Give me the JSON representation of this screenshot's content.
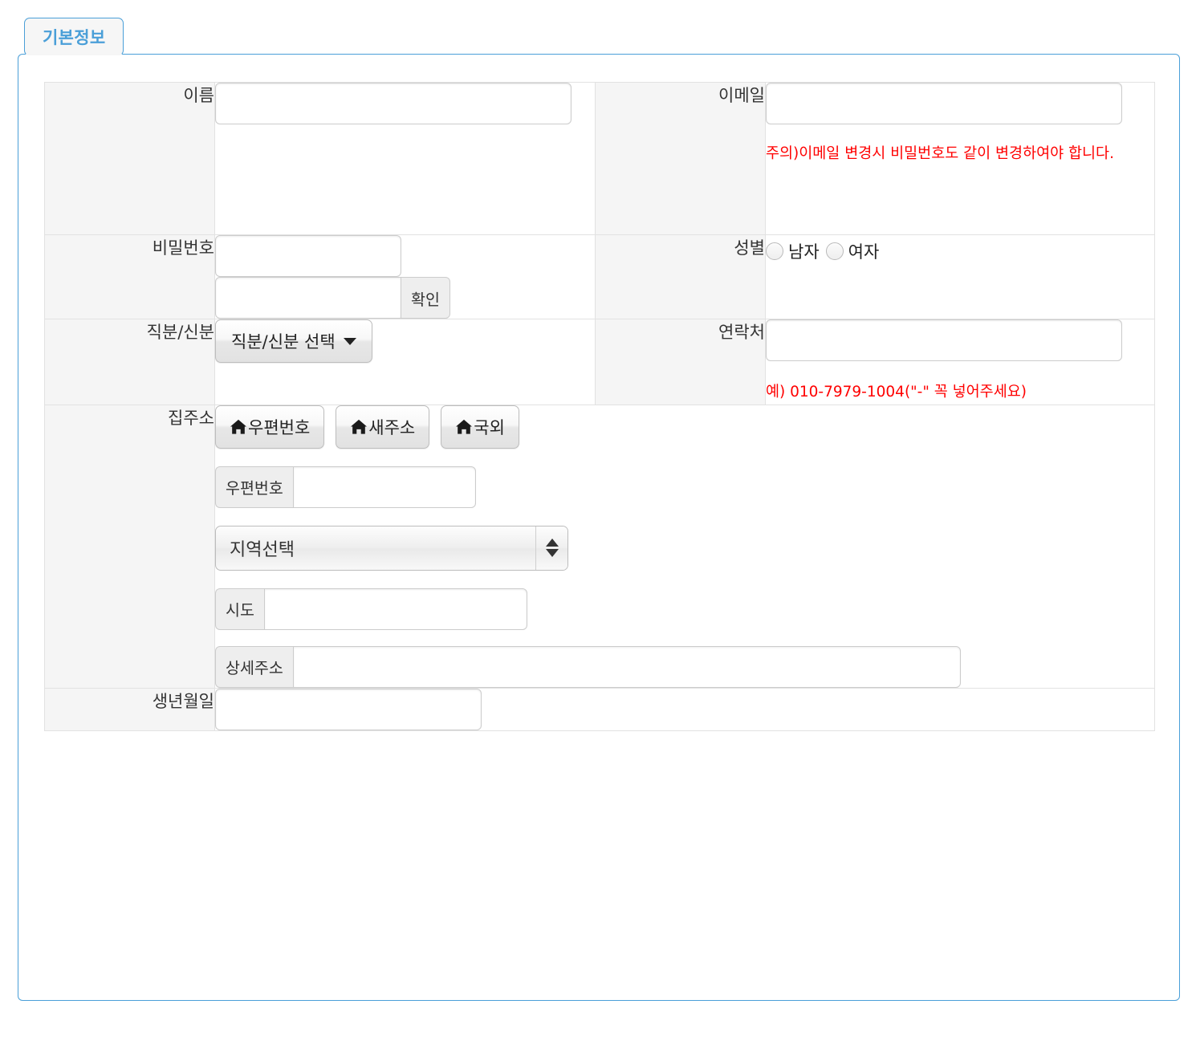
{
  "panel": {
    "tab_label": "기본정보"
  },
  "rows": {
    "name": {
      "label": "이름",
      "input_value": "",
      "placeholder": ""
    },
    "email": {
      "label": "이메일",
      "input_value": "",
      "placeholder": "",
      "warning": "주의)이메일 변경시 비밀번호도 같이 변경하여야 합니다."
    },
    "password": {
      "label": "비밀번호",
      "input_value": "",
      "placeholder": "",
      "confirm_value": "",
      "confirm_addon_label": "확인"
    },
    "gender": {
      "label": "성별",
      "options": [
        {
          "label": "남자",
          "checked": false
        },
        {
          "label": "여자",
          "checked": false
        }
      ]
    },
    "position": {
      "label": "직분/신분",
      "dropdown_label": "직분/신분 선택",
      "caret_icon": "chevron-down-icon"
    },
    "contact": {
      "label": "연락처",
      "input_value": "",
      "placeholder": "",
      "hint": "예) 010-7979-1004(\"-\" 꼭 넣어주세요)"
    },
    "address": {
      "label": "집주소",
      "buttons": [
        {
          "label": "우편번호",
          "icon": "home-icon"
        },
        {
          "label": "새주소",
          "icon": "home-icon"
        },
        {
          "label": "국외",
          "icon": "home-icon"
        }
      ],
      "zip": {
        "addon_label": "우편번호",
        "value": ""
      },
      "region_select": {
        "selected": "지역선택"
      },
      "sido": {
        "addon_label": "시도",
        "value": ""
      },
      "detail": {
        "addon_label": "상세주소",
        "value": ""
      }
    },
    "birthday": {
      "label": "생년월일",
      "input_value": "",
      "placeholder": ""
    }
  },
  "colors": {
    "panel_border": "#4a9fd8",
    "tab_text": "#4a9fd8",
    "warning_text": "#ff0000",
    "label_bg": "#f5f5f5"
  }
}
